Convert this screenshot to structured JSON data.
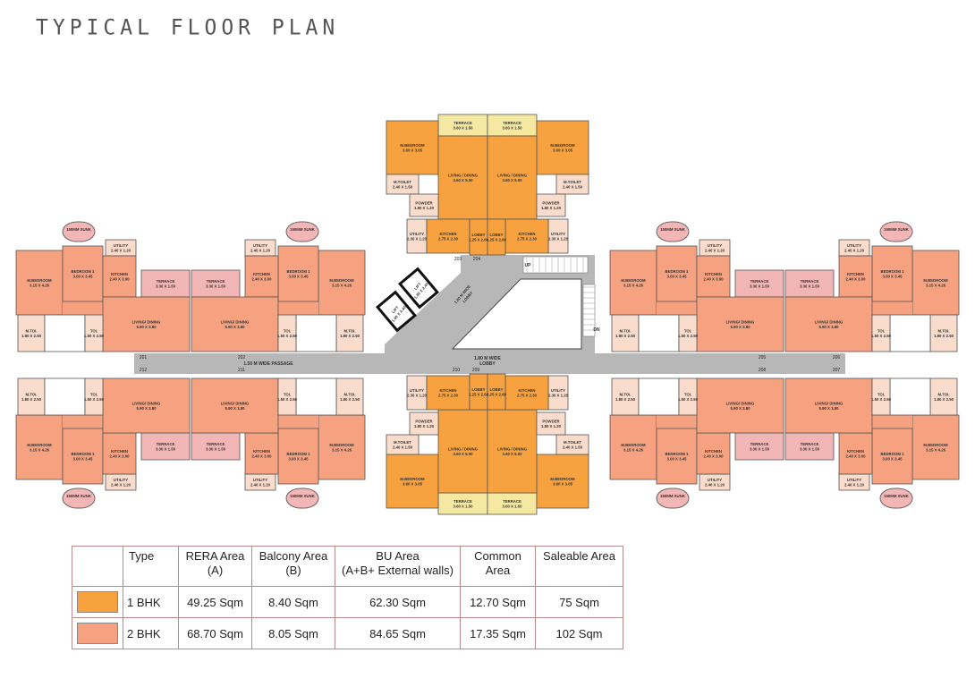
{
  "title": "TYPICAL FLOOR PLAN",
  "colors": {
    "bhk1": "#F7A23E",
    "bhk2": "#F6A281",
    "terrace_1bhk": "#F5E9A2",
    "terrace_2bhk": "#F2B6B6",
    "wet": "#F9DCCB",
    "corridor": "#B7B7B7"
  },
  "plan": {
    "rooms2": {
      "sunk": "150MM SUNK",
      "utility": "UTILITY",
      "utility_dim": "2.40 X 1.20",
      "m_bedroom": "M.BEDROOM",
      "m_bedroom_dim": "3.15 X 4.26",
      "bedroom1": "BEDROOM 1",
      "bedroom1_dim": "3.00 X 3.45",
      "kitchen": "KITCHEN",
      "kitchen_dim": "2.40 X 3.00",
      "terrace": "TERRACE",
      "terrace_dim": "3.30 X 1.50",
      "living": "LIVING/ DINING",
      "living_dim": "5.90 X 3.80",
      "m_toi": "M.TOI.",
      "m_toi_dim": "1.80 X 2.50",
      "toi": "TOI.",
      "toi_dim": "1.50 X 2.50"
    },
    "rooms1": {
      "terrace": "TERRACE",
      "terrace_dim": "3.60 X 1.50",
      "m_bedroom": "M.BEDROOM",
      "m_bedroom_dim": "3.60 X 3.05",
      "m_toilet": "M.TOILET",
      "m_toilet_dim": "2.40 X 1.50",
      "living": "LIVING / DINING",
      "living_dim": "3.60 X 5.00",
      "powder": "POWDER",
      "powder_dim": "1.80 X 1.20",
      "utility": "UTILITY",
      "utility_dim": "2.30 X 1.20",
      "kitchen": "KITCHEN",
      "kitchen_dim": "2.75 X 2.30",
      "lobby": "LOBBY",
      "lobby_dim": "1.25 X 2.60"
    },
    "passage_label": "1.50 M WIDE PASSAGE",
    "lobby_label_1": "1.80 M WIDE",
    "lobby_label_2": "LOBBY",
    "lift": "LIFT",
    "lift_dim": "1.80 X 2.40",
    "up": "UP",
    "dn": "DN",
    "unit_numbers": {
      "u201": "201",
      "u202": "202",
      "u203": "203",
      "u204": "204",
      "u205": "205",
      "u206": "206",
      "u207": "207",
      "u208": "208",
      "u209": "209",
      "u210": "210",
      "u211": "211",
      "u212": "212"
    }
  },
  "table": {
    "headers": [
      "",
      "Type",
      "RERA Area\n(A)",
      "Balcony Area\n(B)",
      "BU Area\n(A+B+ External walls)",
      "Common\nArea",
      "Saleable Area"
    ],
    "rows": [
      {
        "type": "1 BHK",
        "color": "#F7A23E",
        "rera": "49.25 Sqm",
        "balcony": "8.40 Sqm",
        "bu": "62.30 Sqm",
        "common": "12.70 Sqm",
        "saleable": "75 Sqm"
      },
      {
        "type": "2 BHK",
        "color": "#F6A281",
        "rera": "68.70 Sqm",
        "balcony": "8.05 Sqm",
        "bu": "84.65 Sqm",
        "common": "17.35 Sqm",
        "saleable": "102 Sqm"
      }
    ]
  }
}
